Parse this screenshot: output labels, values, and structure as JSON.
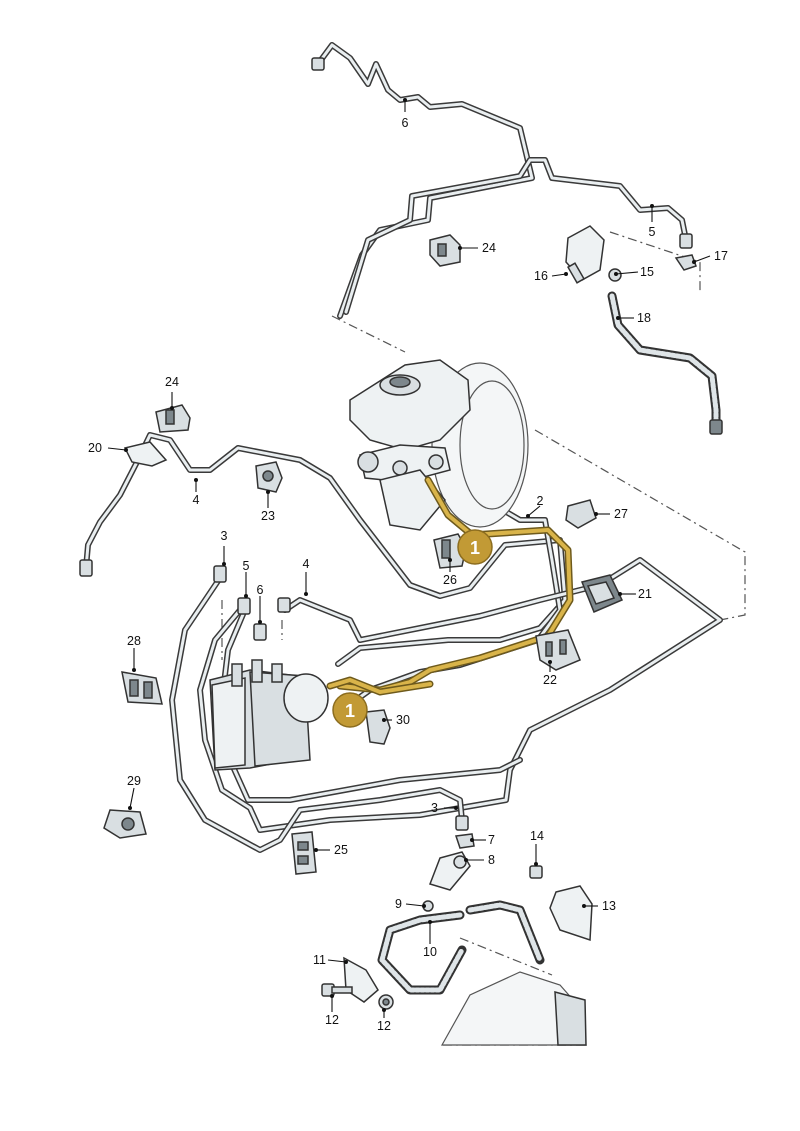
{
  "diagram": {
    "badges": [
      "1",
      "1"
    ],
    "labels": {
      "l2": "2",
      "l3a": "3",
      "l3b": "3",
      "l4a": "4",
      "l4b": "4",
      "l5a": "5",
      "l5b": "5",
      "l6a": "6",
      "l6b": "6",
      "l7": "7",
      "l8": "8",
      "l9": "9",
      "l10": "10",
      "l11": "11",
      "l12a": "12",
      "l12b": "12",
      "l13": "13",
      "l14": "14",
      "l15": "15",
      "l16": "16",
      "l17": "17",
      "l18": "18",
      "l20": "20",
      "l21": "21",
      "l22": "22",
      "l23": "23",
      "l24a": "24",
      "l24b": "24",
      "l25": "25",
      "l26": "26",
      "l27": "27",
      "l28": "28",
      "l29": "29",
      "l30": "30"
    },
    "colors": {
      "highlight": "#d9b44a",
      "badge": "#c29a35",
      "line": "#3a3a3a"
    }
  }
}
